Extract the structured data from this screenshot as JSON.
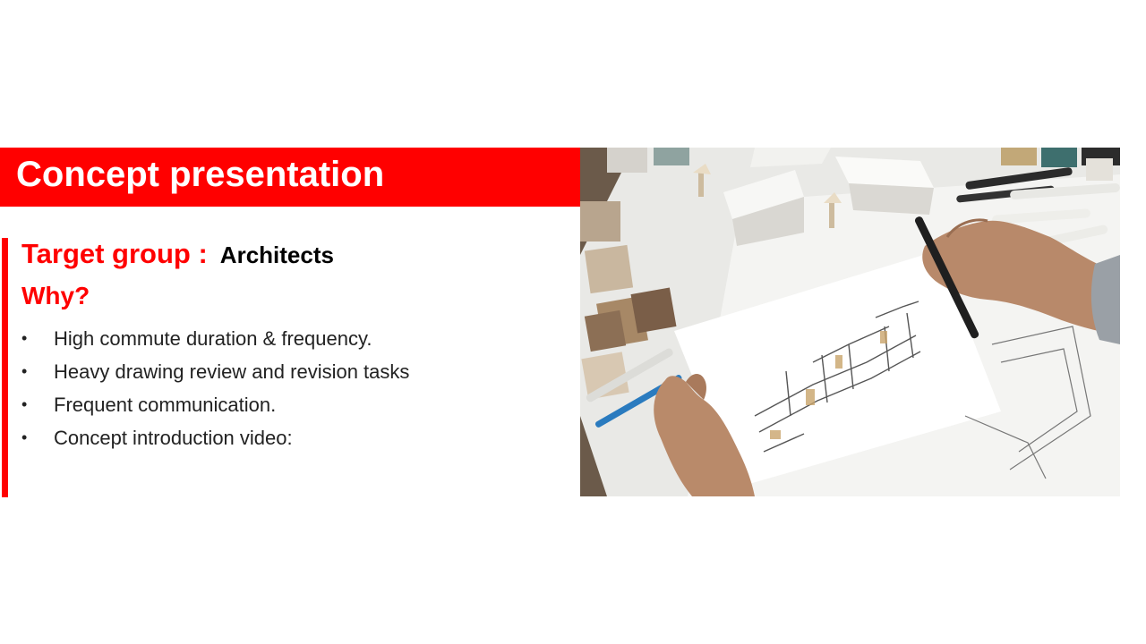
{
  "slide": {
    "title": "Concept presentation",
    "target_group_label": "Target group :",
    "target_group_value": "Architects",
    "why_label": "Why?",
    "bullets": [
      "High commute  duration & frequency.",
      "Heavy drawing review and revision tasks",
      "Frequent communication.",
      "Concept introduction video:"
    ],
    "bullet_glyph": "•"
  },
  "photo": {
    "subject": "architect-sketching-photo"
  },
  "colors": {
    "accent": "#ff0000",
    "title_text": "#ffffff",
    "body_text": "#222222"
  }
}
